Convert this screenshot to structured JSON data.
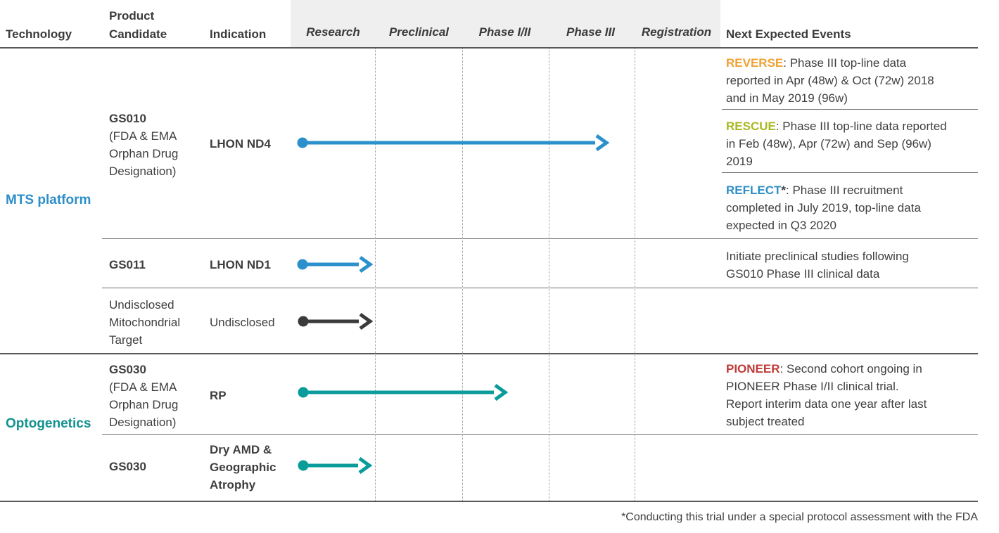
{
  "header": {
    "technology": "Technology",
    "product_candidate": "Product\nCandidate",
    "indication": "Indication",
    "phases": [
      "Research",
      "Preclinical",
      "Phase I/II",
      "Phase III",
      "Registration"
    ],
    "next_expected_events": "Next Expected Events"
  },
  "colors": {
    "mts_blue": "#2d8fc9",
    "optogenetics_teal": "#13928f",
    "reverse_orange": "#f0a132",
    "rescue_green": "#a9b821",
    "reflect_blue": "#2e8fc7",
    "pioneer_red": "#c03a36",
    "arrow_blue": "#2b90cb",
    "arrow_teal": "#0a9b9b",
    "arrow_dark": "#3b3b3b",
    "band_gray": "#efefef"
  },
  "sections": [
    {
      "technology": "MTS platform",
      "rows": [
        {
          "candidate": "GS010",
          "candidate_note": "(FDA & EMA\nOrphan Drug\nDesignation)",
          "indication": "LHON ND4",
          "arrow": {
            "from": "Research",
            "to": "Phase III",
            "color": "blue"
          },
          "events": [
            {
              "name": "REVERSE",
              "suffix": "",
              "text": ": Phase III top-line data\nreported in Apr (48w) & Oct (72w) 2018\nand in May 2019 (96w)"
            },
            {
              "name": "RESCUE",
              "suffix": "",
              "text": ": Phase III top-line data reported\nin Feb (48w), Apr (72w) and Sep (96w)\n2019"
            },
            {
              "name": "REFLECT",
              "suffix": "*",
              "text": ": Phase III recruitment\ncompleted in July 2019, top-line data\nexpected in Q3 2020"
            }
          ]
        },
        {
          "candidate": "GS011",
          "candidate_note": "",
          "indication": "LHON ND1",
          "arrow": {
            "from": "Research",
            "to": "Preclinical",
            "color": "blue"
          },
          "events": [
            {
              "name": "",
              "suffix": "",
              "text": "Initiate preclinical studies following\nGS010 Phase III clinical data"
            }
          ]
        },
        {
          "candidate": "Undisclosed\nMitochondrial\nTarget",
          "candidate_note": "",
          "indication": "Undisclosed",
          "arrow": {
            "from": "Research",
            "to": "Preclinical",
            "color": "dark"
          },
          "events": []
        }
      ]
    },
    {
      "technology": "Optogenetics",
      "rows": [
        {
          "candidate": "GS030",
          "candidate_note": "(FDA & EMA\nOrphan Drug\nDesignation)",
          "indication": "RP",
          "arrow": {
            "from": "Research",
            "to": "Phase I/II",
            "color": "teal"
          },
          "events": [
            {
              "name": "PIONEER",
              "suffix": "",
              "text": ": Second cohort ongoing in\nPIONEER Phase I/II clinical trial.\nReport interim data one year after last\nsubject treated"
            }
          ]
        },
        {
          "candidate": "GS030",
          "candidate_note": "",
          "indication": "Dry AMD &\nGeographic\nAtrophy",
          "arrow": {
            "from": "Research",
            "to": "Preclinical",
            "color": "teal"
          },
          "events": []
        }
      ]
    }
  ],
  "footnote": "*Conducting this trial under a special protocol assessment with the FDA"
}
